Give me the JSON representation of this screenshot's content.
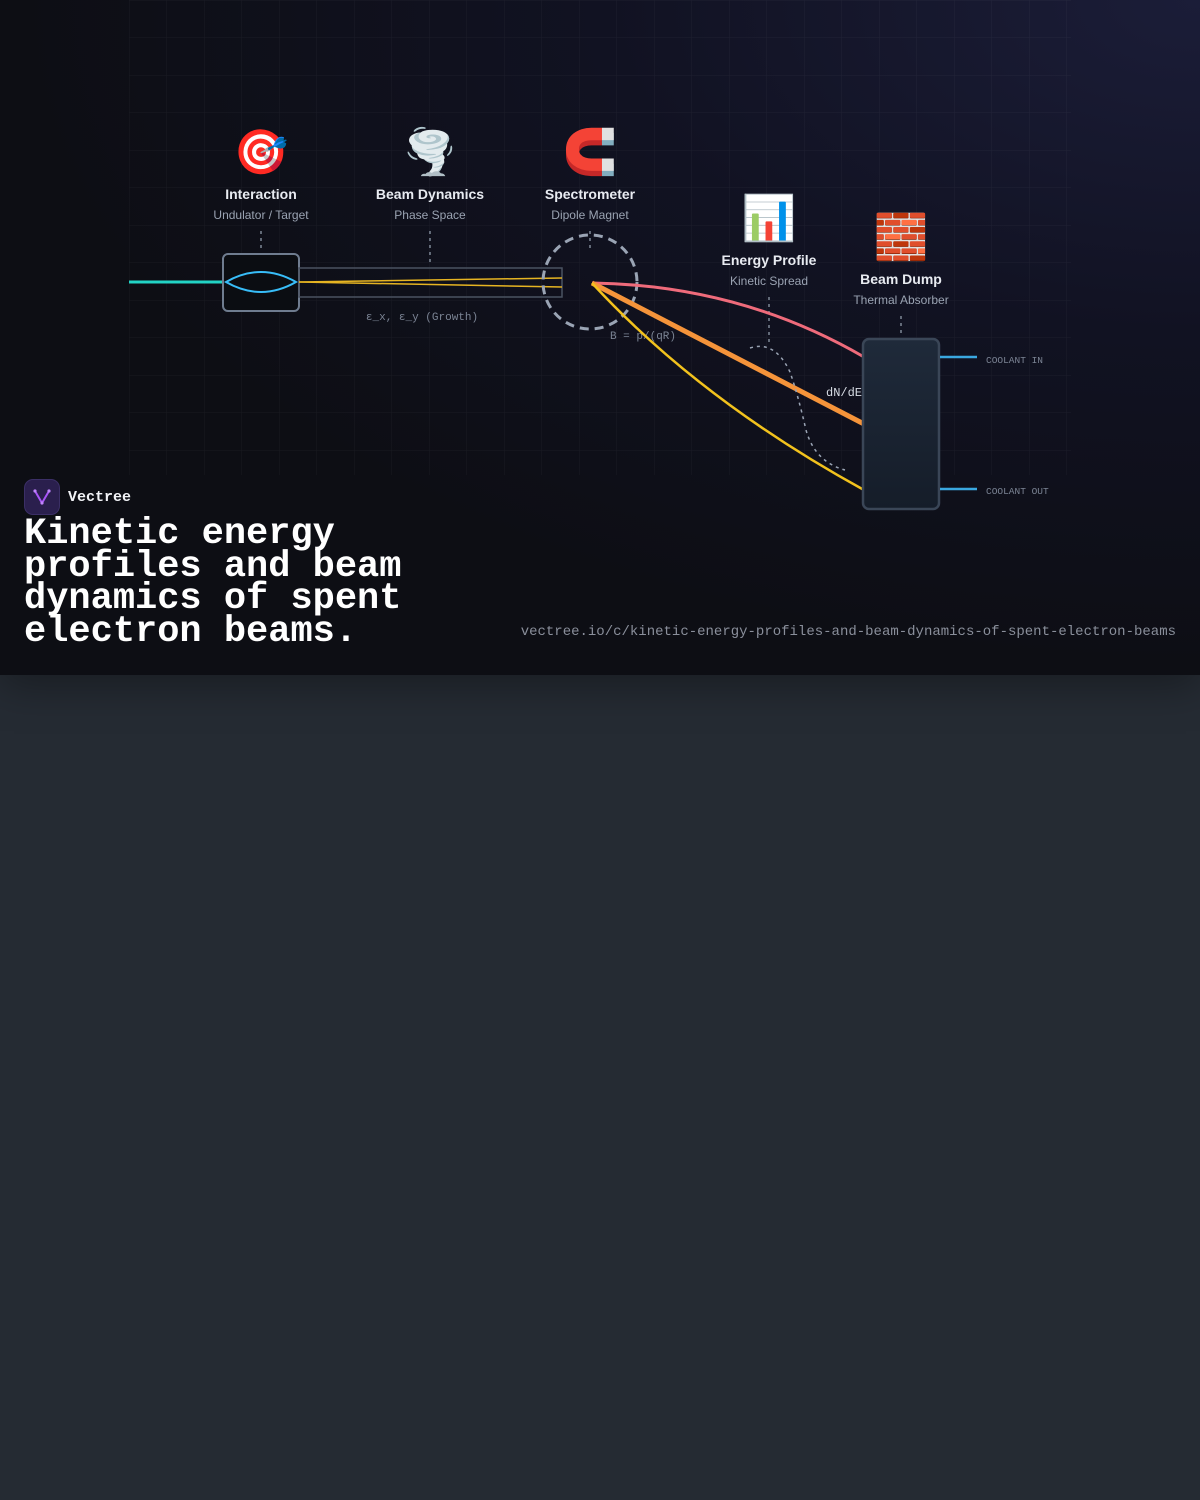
{
  "stages": [
    {
      "icon": "🎯",
      "icon_name": "target-icon",
      "title": "Interaction",
      "subtitle": "Undulator / Target"
    },
    {
      "icon": "🌪️",
      "icon_name": "tornado-icon",
      "title": "Beam Dynamics",
      "subtitle": "Phase Space"
    },
    {
      "icon": "🧲",
      "icon_name": "magnet-icon",
      "title": "Spectrometer",
      "subtitle": "Dipole Magnet"
    },
    {
      "icon": "📊",
      "icon_name": "bar-chart-icon",
      "title": "Energy Profile",
      "subtitle": "Kinetic Spread"
    },
    {
      "icon": "🧱",
      "icon_name": "brick-icon",
      "title": "Beam Dump",
      "subtitle": "Thermal Absorber"
    }
  ],
  "annotations": {
    "emittance": "ε_x, ε_y (Growth)",
    "field": "B = p/(qR)",
    "distribution": "dN/dE",
    "coolant_in": "COOLANT IN",
    "coolant_out": "COOLANT OUT"
  },
  "colors": {
    "input_beam": "#22d3c5",
    "lens": "#38bdf8",
    "beam_gold": "#e6b422",
    "high_energy": "#ef6b7b",
    "mid_energy": "#f5943a",
    "low_energy": "#f2c21d",
    "coolant": "#3aa8e0"
  },
  "brand": {
    "name": "Vectree",
    "logo_icon": "vectree-logo-icon"
  },
  "title": "Kinetic energy profiles and beam dynamics of spent electron beams.",
  "url": "vectree.io/c/kinetic-energy-profiles-and-beam-dynamics-of-spent-electron-beams"
}
